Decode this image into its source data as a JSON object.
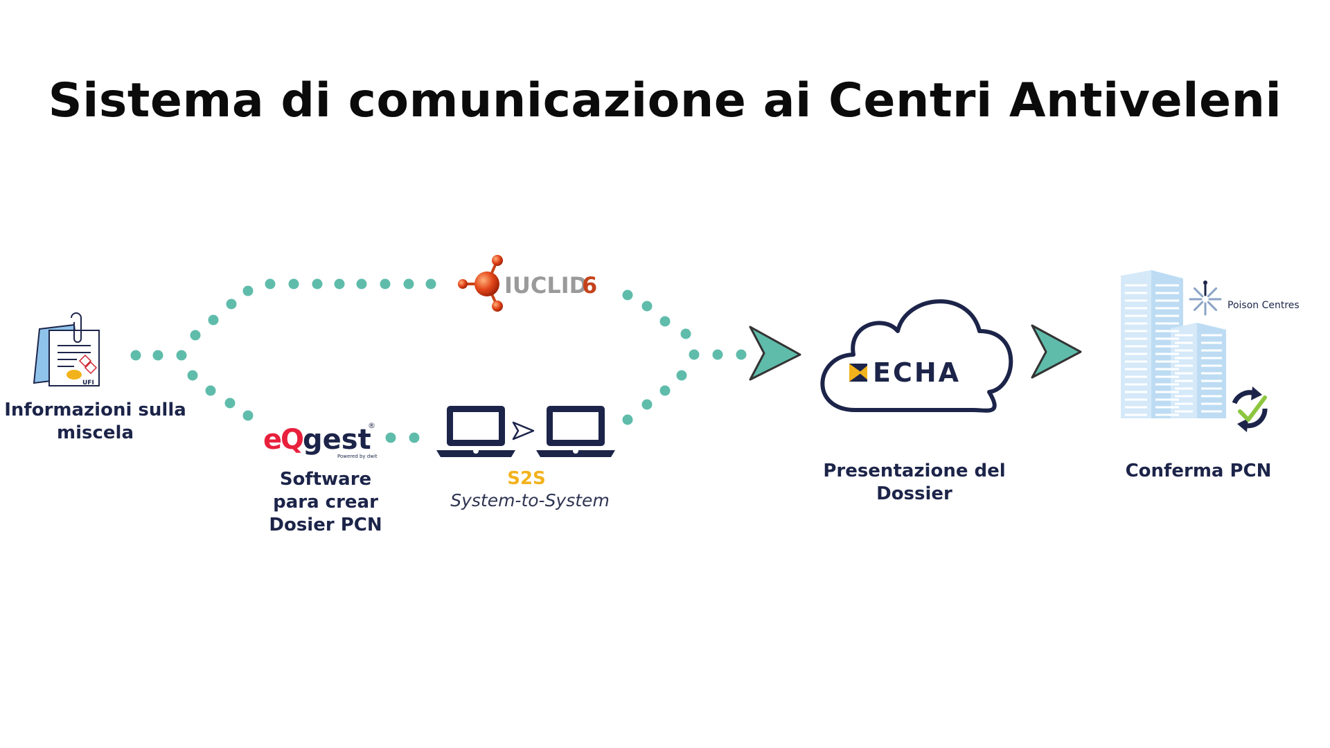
{
  "title": "Sistema di comunicazione ai Centri Antiveleni",
  "colors": {
    "dots": "#5fbcab",
    "navy": "#1c2449",
    "accent_yellow": "#f2b21c",
    "eqgest_red": "#e8203c",
    "arrow_fill": "#5fbcab",
    "building": "#c9e2f7"
  },
  "nodes": {
    "mixture": {
      "label_line1": "Informazioni sulla",
      "label_line2": "miscela",
      "icon": "document-clipboard-icon",
      "badge": "UFI"
    },
    "iuclid": {
      "logo_text": "IUCLID",
      "logo_number": "6"
    },
    "eqgest": {
      "logo_e": "e",
      "logo_q": "Q",
      "logo_gest": "gest",
      "logo_reg": "®",
      "logo_tagline": "Powered by dwit",
      "label_line1": "Software",
      "label_line2": "para crear",
      "label_line3": "Dosier PCN"
    },
    "s2s": {
      "code": "S2S",
      "description": "System-to-System"
    },
    "echa": {
      "logo_text": "ECHA",
      "label_line1": "Presentazione del",
      "label_line2": "Dossier"
    },
    "poison_centres": {
      "logo_text": "Poison Centres",
      "label": "Conferma PCN"
    }
  }
}
